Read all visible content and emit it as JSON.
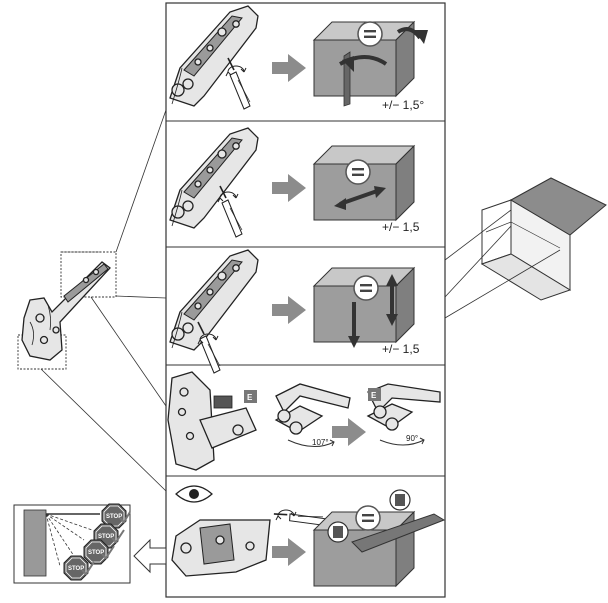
{
  "steps": [
    {
      "tolerance": "+/− 1,5°"
    },
    {
      "tolerance": "+/− 1,5"
    },
    {
      "tolerance": "+/− 1,5"
    }
  ],
  "step4": {
    "badge": "E",
    "angle_open": "107°",
    "angle_closed": "90°"
  },
  "step5": {
    "stop_label": "STOP"
  },
  "equal_sign": "=",
  "colors": {
    "box": "#9d9d9d",
    "arrow": "#8c8c8c",
    "panel_border": "#333333",
    "stop": "#666666"
  },
  "icons": [
    "screwdriver-icon",
    "rotate-arrow-icon",
    "eye-icon",
    "stop-sign-icon",
    "checkmark-icon",
    "hinge-mechanism-icon"
  ]
}
